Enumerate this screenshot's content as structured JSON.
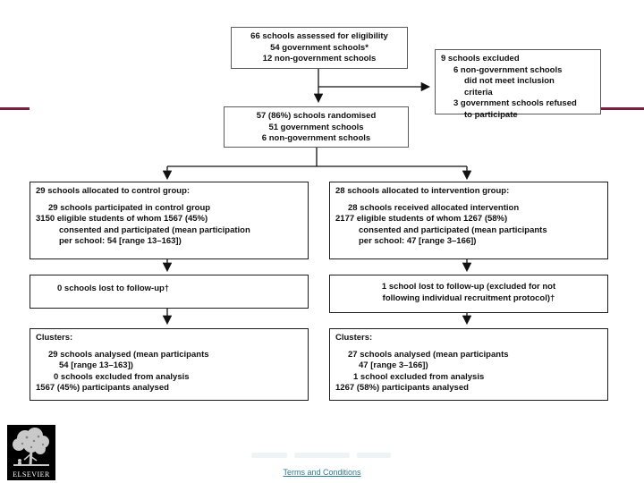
{
  "flow": {
    "eligibility": {
      "lines": [
        "66 schools assessed for eligibility",
        "54 government schools*",
        "12 non-government schools"
      ]
    },
    "excluded": {
      "lines": [
        "9 schools excluded",
        "6 non-government schools",
        "did not meet inclusion",
        "criteria",
        "3 government schools refused",
        "to participate"
      ]
    },
    "randomised": {
      "lines": [
        "57 (86%) schools randomised",
        "51 government schools",
        "6 non-government schools"
      ]
    },
    "control_allocation": {
      "lines": [
        "29 schools allocated to control group:",
        "29 schools participated in control group",
        "3150 eligible students of whom 1567 (45%)",
        "consented and participated (mean participation",
        "per school: 54 [range 13–163])"
      ]
    },
    "intervention_allocation": {
      "lines": [
        "28 schools allocated to intervention group:",
        "28 schools received allocated intervention",
        "2177 eligible students of whom 1267 (58%)",
        "consented and participated (mean participants",
        "per school: 47 [range 3–166])"
      ]
    },
    "control_followup": {
      "lines": [
        "0 schools lost to follow-up†"
      ]
    },
    "intervention_followup": {
      "lines": [
        "1 school lost to follow-up (excluded for not",
        "following individual recruitment protocol)†"
      ]
    },
    "control_analysis": {
      "lines": [
        "Clusters:",
        "29 schools analysed (mean participants",
        "54 [range 13–163])",
        "0 schools excluded from analysis",
        "1567 (45%) participants analysed"
      ]
    },
    "intervention_analysis": {
      "lines": [
        "Clusters:",
        "27 schools analysed (mean participants",
        "47 [range 3–166])",
        "1 school excluded from analysis",
        "1267 (58%) participants analysed"
      ]
    }
  },
  "footer": {
    "terms_link": "Terms and Conditions",
    "logo_text": "ELSEVIER"
  },
  "colors": {
    "accent_line": "#7a1f3d",
    "link": "#2d7e8f",
    "box_border": "#1c1c1c"
  }
}
